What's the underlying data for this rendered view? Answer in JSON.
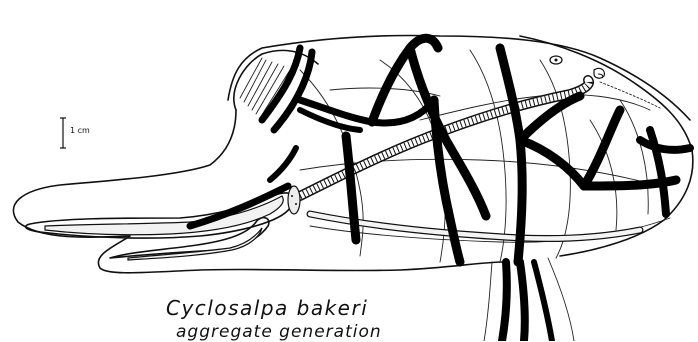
{
  "figure": {
    "scale_label": "1 cm",
    "species_name": "Cyclosalpa bakeri",
    "generation_label": "aggregate generation"
  }
}
